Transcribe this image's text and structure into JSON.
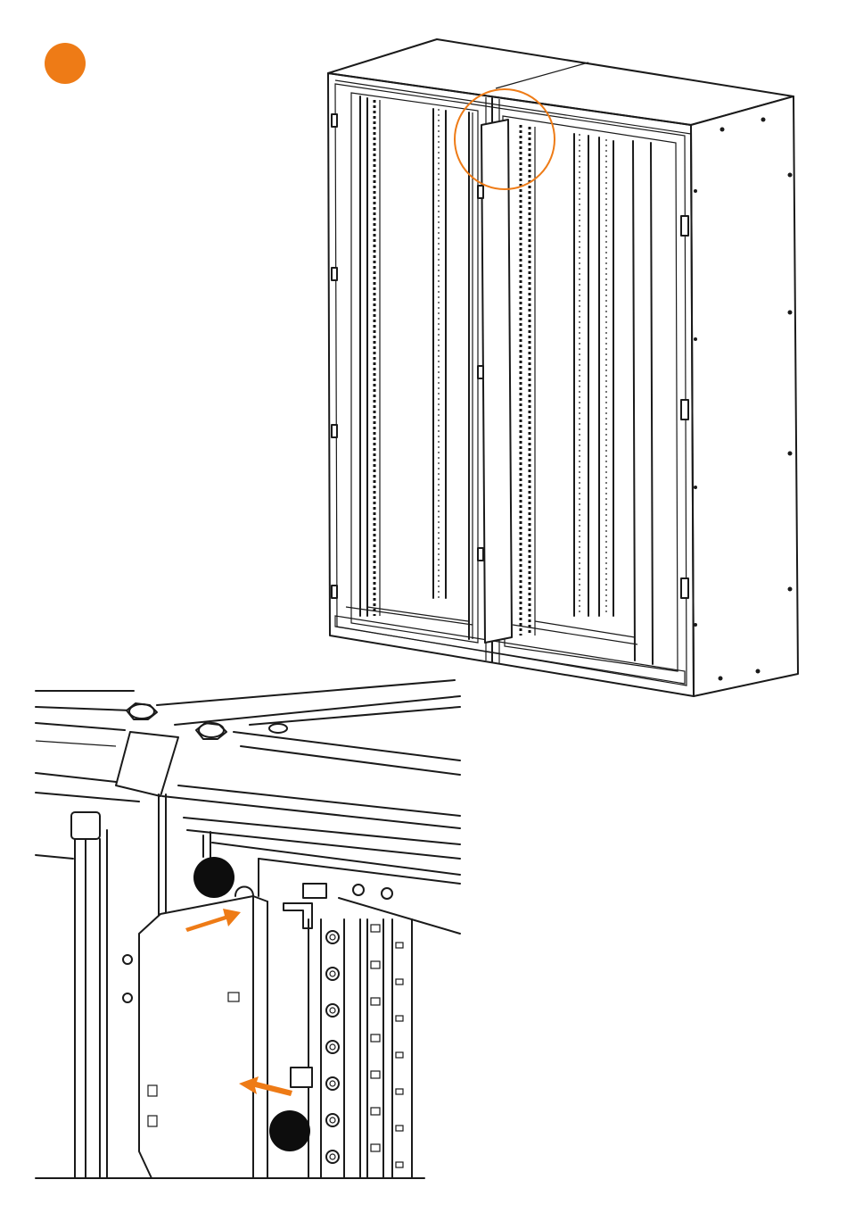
{
  "colors": {
    "accent": "#ee7b16",
    "callout": "#0d0d0d",
    "line": "#1a1a1a"
  },
  "icons": {
    "step_badge": "orange-circle",
    "callout_1": "black-circle",
    "callout_2": "black-circle",
    "arrow_1": "orange-arrow-right",
    "arrow_2": "orange-arrow-left"
  }
}
